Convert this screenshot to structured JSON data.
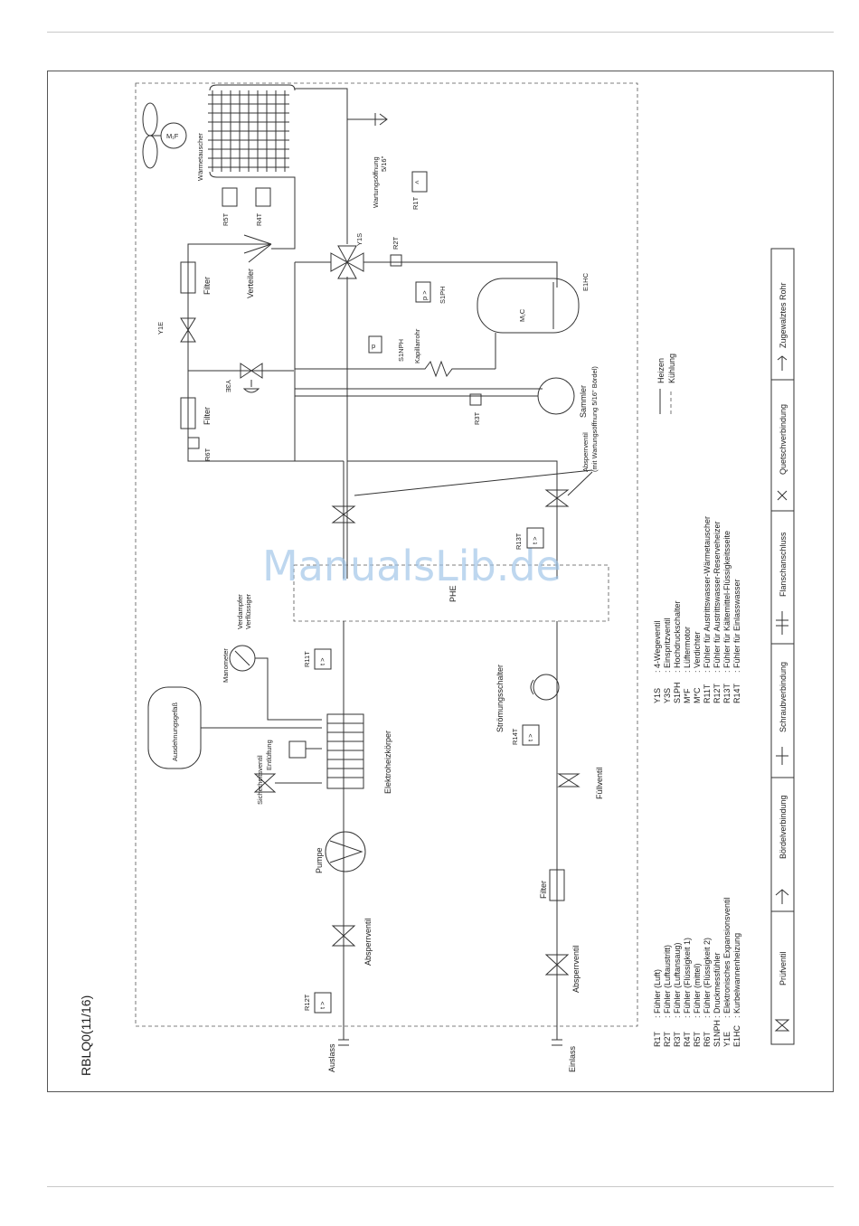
{
  "page_title": "RBLQ0(11/16)",
  "watermark": "ManualsLib.de",
  "components": {
    "fan_motor": "M₁F",
    "heat_exchanger": "Wärmetauscher",
    "service_port": "Wartungsöffnung",
    "service_port_size": "5/16\"",
    "r1t": "R1T",
    "r5t": "R5T",
    "r4t": "R4T",
    "r2t": "R2T",
    "r3t": "R3T",
    "r6t": "R6T",
    "y1s": "Y1S",
    "y3e": "Y3E",
    "y1e": "Y1E",
    "e1hc": "E1HC",
    "s1ph": "S1PH",
    "s1nph": "S1NPH",
    "compressor": "M₁C",
    "filter_top": "Filter",
    "filter_mid": "Filter",
    "distributor": "Verteiler",
    "capillary": "Kapillarrohr",
    "receiver": "Sammler",
    "stop_valve_note": "Absperrventil",
    "stop_valve_note2": "(mit Wartungsöffnung 5/16\" Bördel)",
    "r13t": "R13T",
    "r11t": "R11T",
    "r14t": "R14T",
    "r12t": "R12T",
    "phe": "PHE",
    "evaporator": "Verdampfer",
    "condenser": "Verflüssiger",
    "manometer": "Manometer",
    "expansion_tank": "Ausdehnungsgefäß",
    "flow_switch": "Strömungsschalter",
    "safety_valve": "Sicherheitsventil",
    "venting": "Entlüftung",
    "heater": "Elektroheizkörper",
    "pump": "Pumpe",
    "shutoff_top": "Absperrventil",
    "fill_valve": "Füllventil",
    "water_filter": "Filter",
    "shutoff_bottom": "Absperrventil",
    "outlet": "Auslass",
    "inlet": "Einlass",
    "sensor_symbol": "t >",
    "pressure_symbol": "p >",
    "pressure_symbol2": "p"
  },
  "flow_legend": {
    "heating": "Heizen",
    "cooling": "Kühlung"
  },
  "legend_left": [
    {
      "code": "R1T",
      "desc": ": Fühler (Luft)"
    },
    {
      "code": "R2T",
      "desc": ": Fühler (Luftaustritt)"
    },
    {
      "code": "R3T",
      "desc": ": Fühler (Luftansaug)"
    },
    {
      "code": "R4T",
      "desc": ": Fühler (Flüssigkeit 1)"
    },
    {
      "code": "R5T",
      "desc": ": Fühler (mittel)"
    },
    {
      "code": "R6T",
      "desc": ": Fühler (Flüssigkeit 2)"
    },
    {
      "code": "S1NPH",
      "desc": ": Druckmessfühler"
    },
    {
      "code": "Y1E",
      "desc": ": Elektronisches Expansionsventil"
    },
    {
      "code": "E1HC",
      "desc": ": Kurbelwannenheizung"
    }
  ],
  "legend_right": [
    {
      "code": "Y1S",
      "desc": ": 4-Wegeventil"
    },
    {
      "code": "Y3S",
      "desc": ": Einspritzventil"
    },
    {
      "code": "S1PH",
      "desc": ": Hochdruckschalter"
    },
    {
      "code": "M*F",
      "desc": ": Lüftermotor"
    },
    {
      "code": "M*C",
      "desc": ": Verdichter"
    },
    {
      "code": "R11T",
      "desc": ": Fühler für Austrittswasser-Wärmetauscher"
    },
    {
      "code": "R12T",
      "desc": ": Fühler für Austrittswasser-Reserveheizer"
    },
    {
      "code": "R13T",
      "desc": ": Fühler für Kältemittel-Flüssigkeitsseite"
    },
    {
      "code": "R14T",
      "desc": ": Fühler für Einlasswasser"
    }
  ],
  "symbol_legend": [
    "Prüfventil",
    "Bördelverbindung",
    "Schraubverbindung",
    "Flanschanschluss",
    "Quetschverbindung",
    "Zugewalztes Rohr"
  ]
}
